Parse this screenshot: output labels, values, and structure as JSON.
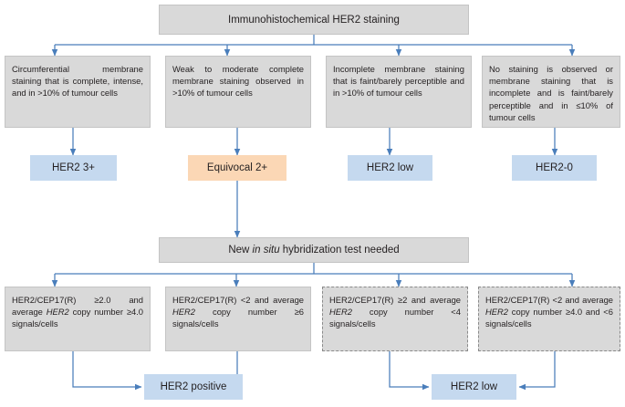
{
  "figure": {
    "type": "flowchart",
    "title": "Immunohistochemical HER2 staining algorithm",
    "colors": {
      "grey_fill": "#d9d9d9",
      "grey_border": "#c4c4c4",
      "dashed_border": "#8a8a8a",
      "blue_fill": "#c5d9ef",
      "orange_fill": "#fbd7b5",
      "edge": "#4a7ebb",
      "text": "#231f20",
      "background": "#ffffff"
    }
  },
  "nodes": {
    "root": {
      "label": "Immunohistochemical HER2 staining",
      "style": "grey"
    },
    "criteria_ihc": [
      {
        "id": "ihc-3plus-criteria",
        "label": "Circumferential membrane staining that is complete, intense, and in >10% of tumour cells",
        "style": "grey"
      },
      {
        "id": "ihc-2plus-criteria",
        "label": "Weak to moderate complete membrane staining observed in >10% of tumour cells",
        "style": "grey"
      },
      {
        "id": "ihc-1plus-criteria",
        "label": "Incomplete membrane staining that is faint/barely perceptible and in >10% of tumour cells",
        "style": "grey"
      },
      {
        "id": "ihc-0-criteria",
        "label": "No staining is observed or membrane staining that is incomplete and is faint/barely perceptible and in ≤10% of tumour cells",
        "style": "grey"
      }
    ],
    "results_ihc": [
      {
        "id": "result-her2-3plus",
        "label": "HER2 3+",
        "style": "blue"
      },
      {
        "id": "result-equivocal-2plus",
        "label": "Equivocal 2+",
        "style": "orange"
      },
      {
        "id": "result-her2-low",
        "label": "HER2 low",
        "style": "blue"
      },
      {
        "id": "result-her2-0",
        "label": "HER2-0",
        "style": "blue"
      }
    ],
    "ish": {
      "label_part1": "New ",
      "label_italic": "in situ",
      "label_part2": " hybridization test needed",
      "label_plain": "New in situ hybridization test needed",
      "style": "grey"
    },
    "criteria_ish": [
      {
        "id": "ish-group1",
        "prefix": "HER2/CEP17(R) ≥2.0 and average ",
        "italic": "HER2",
        "suffix": " copy number ≥4.0 signals/cells",
        "plain": "HER2/CEP17(R) ≥2.0 and average HER2 copy number ≥4.0 signals/cells",
        "style": "grey",
        "border": "solid"
      },
      {
        "id": "ish-group2",
        "prefix": "HER2/CEP17(R) <2 and average ",
        "italic": "HER2",
        "suffix": " copy number ≥6 signals/cells",
        "plain": "HER2/CEP17(R) <2 and average HER2 copy number ≥6 signals/cells",
        "style": "grey",
        "border": "solid"
      },
      {
        "id": "ish-group3",
        "prefix": "HER2/CEP17(R) ≥2 and average ",
        "italic": "HER2",
        "suffix": " copy number <4 signals/cells",
        "plain": "HER2/CEP17(R) ≥2 and average HER2 copy number <4 signals/cells",
        "style": "grey",
        "border": "dashed"
      },
      {
        "id": "ish-group4",
        "prefix": "HER2/CEP17(R) <2 and average ",
        "italic": "HER2",
        "suffix": " copy number ≥4.0 and <6 signals/cells",
        "plain": "HER2/CEP17(R) <2 and average HER2 copy number ≥4.0 and <6 signals/cells",
        "style": "grey",
        "border": "dashed"
      }
    ],
    "terminals": [
      {
        "id": "terminal-her2-positive",
        "label": "HER2 positive",
        "style": "blue"
      },
      {
        "id": "terminal-her2-low",
        "label": "HER2 low",
        "style": "blue"
      }
    ]
  },
  "edges": [
    {
      "from": "root",
      "to": "ihc-3plus-criteria"
    },
    {
      "from": "root",
      "to": "ihc-2plus-criteria"
    },
    {
      "from": "root",
      "to": "ihc-1plus-criteria"
    },
    {
      "from": "root",
      "to": "ihc-0-criteria"
    },
    {
      "from": "ihc-3plus-criteria",
      "to": "result-her2-3plus"
    },
    {
      "from": "ihc-2plus-criteria",
      "to": "result-equivocal-2plus"
    },
    {
      "from": "ihc-1plus-criteria",
      "to": "result-her2-low"
    },
    {
      "from": "ihc-0-criteria",
      "to": "result-her2-0"
    },
    {
      "from": "result-equivocal-2plus",
      "to": "ish"
    },
    {
      "from": "ish",
      "to": "ish-group1"
    },
    {
      "from": "ish",
      "to": "ish-group2"
    },
    {
      "from": "ish",
      "to": "ish-group3"
    },
    {
      "from": "ish",
      "to": "ish-group4"
    },
    {
      "from": "ish-group1",
      "to": "terminal-her2-positive"
    },
    {
      "from": "ish-group2",
      "to": "terminal-her2-positive"
    },
    {
      "from": "ish-group3",
      "to": "terminal-her2-low"
    },
    {
      "from": "ish-group4",
      "to": "terminal-her2-low"
    }
  ]
}
